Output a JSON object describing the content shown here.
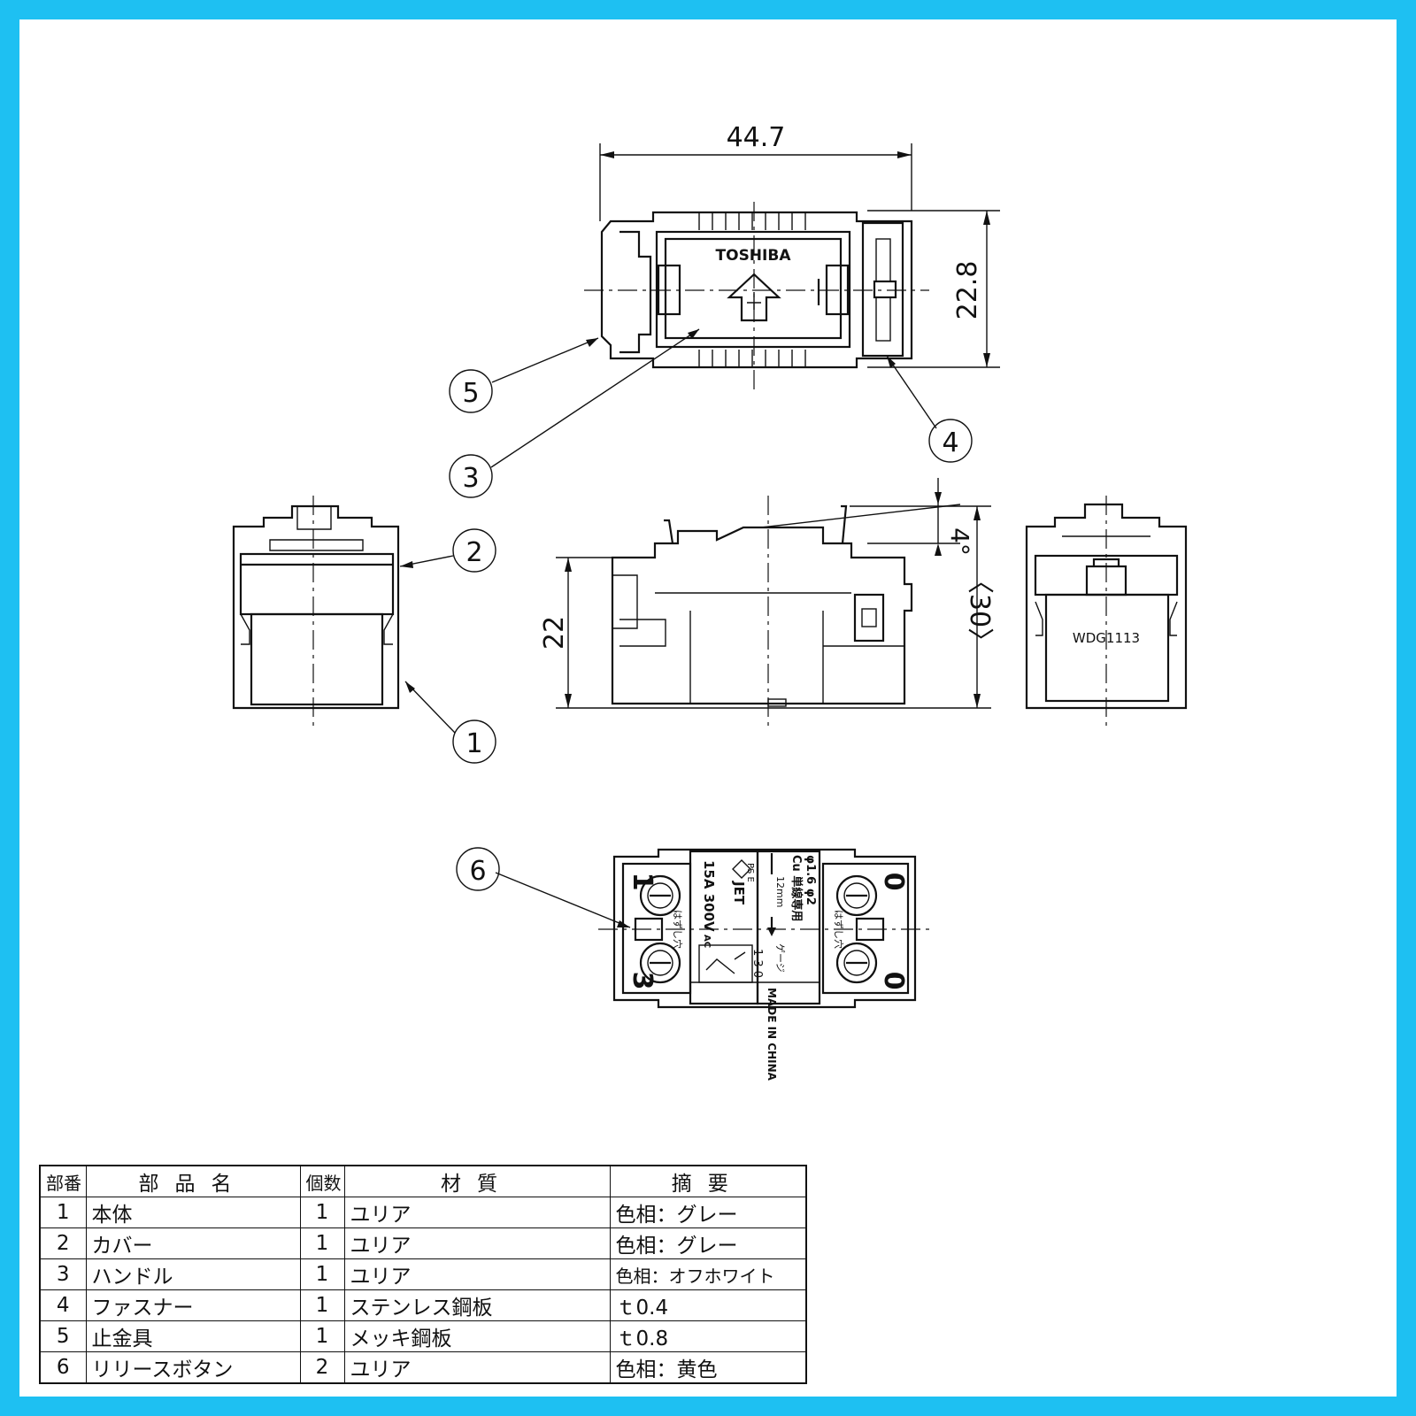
{
  "colors": {
    "frame": "#1ec0f2",
    "ink": "#111111"
  },
  "top_view": {
    "brand": "TOSHIBA",
    "dim_width": "44.7",
    "dim_height": "22.8"
  },
  "side_view": {
    "dim_height": "22",
    "dim_total": "〈30〉",
    "dim_angle": "4°"
  },
  "right_view": {
    "model": "WDG1113"
  },
  "bottom_view": {
    "terminal_left_top": "1",
    "terminal_left_bottom": "3",
    "terminal_right_top": "0",
    "terminal_right_bottom": "0",
    "rating": "15A 300V",
    "rating_ac": "AC",
    "mark": "PS E",
    "jet": "JET",
    "wire_size": "φ1.6 φ2",
    "wire_note": "Cu 単線専用",
    "strip_len": "12mm",
    "gauge": "ゲージ",
    "release_left": "はずし穴",
    "release_right": "はずし穴",
    "made_in": "MADE IN CHINA",
    "circuit_labels": "1 3 0"
  },
  "callouts": [
    "1",
    "2",
    "3",
    "4",
    "5",
    "6"
  ],
  "table": {
    "headers": [
      "部番",
      "部品名",
      "個数",
      "材質",
      "摘要"
    ],
    "rows": [
      {
        "no": "1",
        "name": "本体",
        "qty": "1",
        "material": "ユリア",
        "note": "色相：グレー"
      },
      {
        "no": "2",
        "name": "カバー",
        "qty": "1",
        "material": "ユリア",
        "note": "色相：グレー"
      },
      {
        "no": "3",
        "name": "ハンドル",
        "qty": "1",
        "material": "ユリア",
        "note": "色相：オフホワイト"
      },
      {
        "no": "4",
        "name": "ファスナー",
        "qty": "1",
        "material": "ステンレス鋼板",
        "note": "ｔ0.4"
      },
      {
        "no": "5",
        "name": "止金具",
        "qty": "1",
        "material": "メッキ鋼板",
        "note": "ｔ0.8"
      },
      {
        "no": "6",
        "name": "リリースボタン",
        "qty": "2",
        "material": "ユリア",
        "note": "色相：黄色"
      }
    ]
  }
}
